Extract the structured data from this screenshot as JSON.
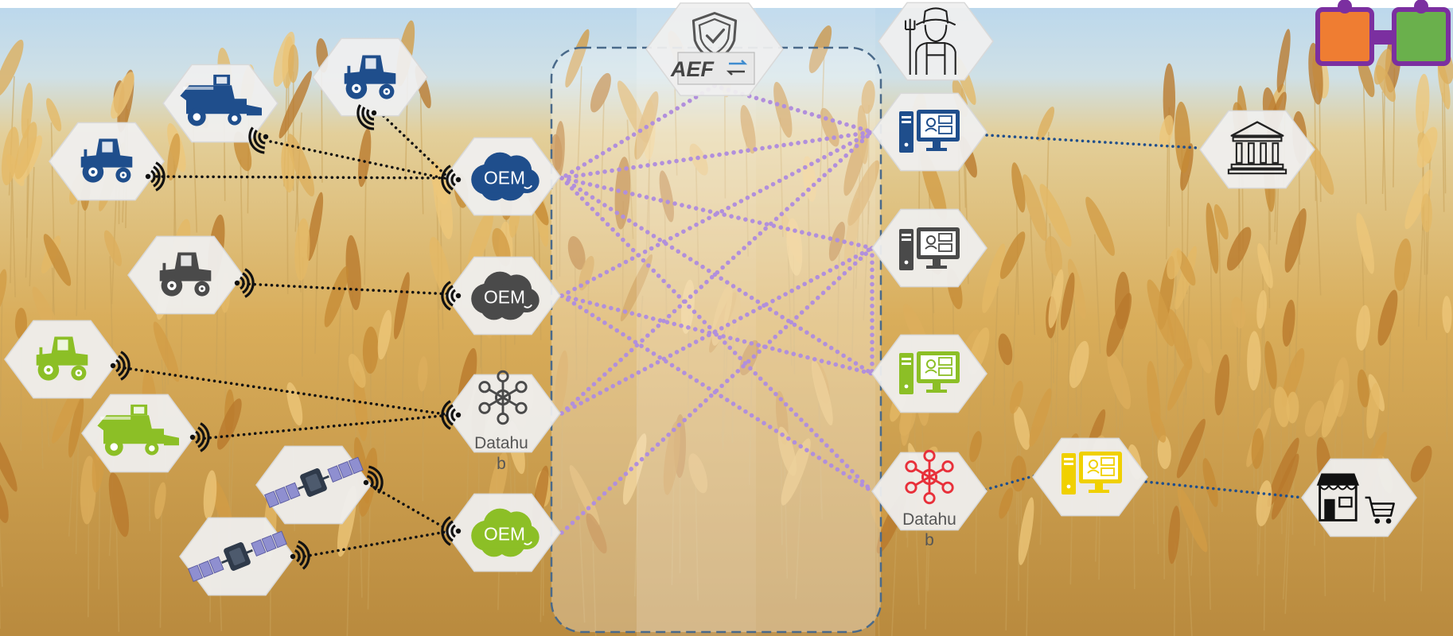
{
  "diagram": {
    "aef_label": "AEF",
    "oem_label": "OEM",
    "datahub_line1": "Datahu",
    "datahub_line2": "b",
    "colors": {
      "fleet_blue": "#1f4e8c",
      "fleet_gray": "#4a4a4a",
      "fleet_green": "#8cbf26",
      "datahub_red": "#e8303a",
      "terminal_yellow": "#f0d000",
      "satellite_purple": "#8f8fd0",
      "data_link_purple": "#b18fdc",
      "service_link_blue": "#1f4e8c",
      "machine_link_black": "#111111",
      "boundary_dash": "#4a6a8a",
      "puzzle_orange": "#ef7d32",
      "puzzle_green": "#6ab04c",
      "puzzle_border": "#7b2fa0"
    },
    "icons": {
      "security": "shield-check-icon",
      "sync": "sync-arrows-icon",
      "farmer": "farmer-icon",
      "tractor": "tractor-icon",
      "combine": "combine-harvester-icon",
      "satellite": "satellite-icon",
      "cloud": "cloud-icon",
      "hub": "network-hub-icon",
      "terminal": "computer-terminal-icon",
      "bank": "bank-icon",
      "shop": "shop-icon",
      "cart": "shopping-cart-icon",
      "wifi": "wireless-signal-icon",
      "puzzle": "puzzle-connector-icon"
    }
  }
}
